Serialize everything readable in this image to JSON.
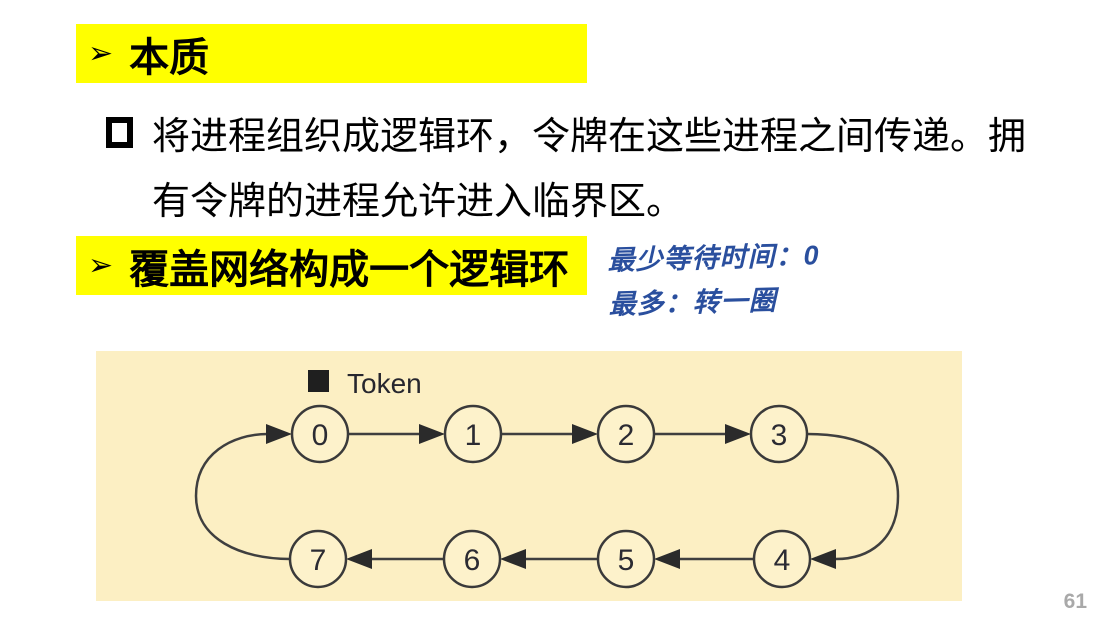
{
  "page": {
    "background": "#ffffff",
    "page_number": "61",
    "page_number_color": "#a9a9a9"
  },
  "highlight_color": "#ffff00",
  "header1": {
    "arrow": "➢",
    "label": "本质"
  },
  "header2": {
    "arrow": "➢",
    "label": "覆盖网络构成一个逻辑环"
  },
  "bullet": {
    "marker": "hollow-square",
    "lines": [
      "将进程组织成逻辑环，令牌在这些进程之间传递。拥",
      "有令牌的进程允许进入临界区。"
    ]
  },
  "annotation": {
    "ink_color": "#2a4f9e",
    "lines": [
      "最少等待时间：0",
      "最多：转一圈"
    ]
  },
  "diagram": {
    "panel_color": "#fcefc3",
    "legend_label": "Token",
    "token_holder": "0",
    "top_nodes": [
      "0",
      "1",
      "2",
      "3"
    ],
    "bottom_nodes": [
      "7",
      "6",
      "5",
      "4"
    ],
    "flow": "0 → 1 → 2 → 3 → 4 → 5 → 6 → 7 → 0"
  }
}
